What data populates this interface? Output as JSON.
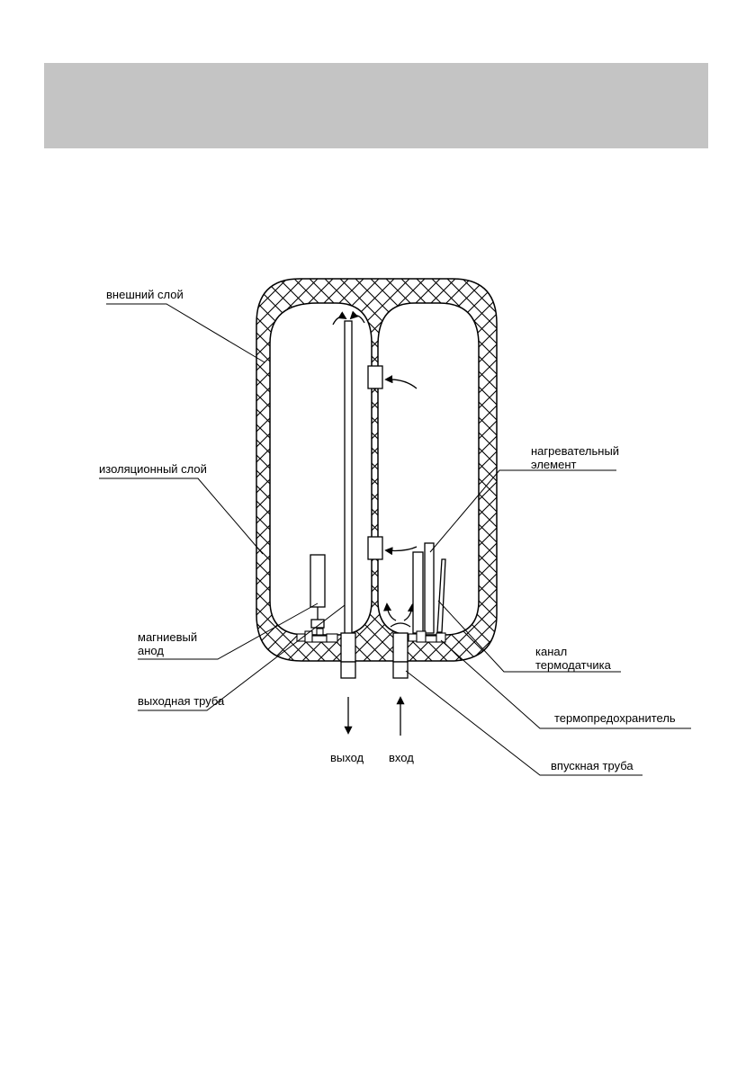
{
  "header": {
    "band_color": "#c4c4c4"
  },
  "diagram": {
    "labels": {
      "outer_layer": "внешний слой",
      "insulation_layer": "изоляционный слой",
      "heating_element_line1": "нагревательный",
      "heating_element_line2": "элемент",
      "magnesium_anode_line1": "магниевый",
      "magnesium_anode_line2": "анод",
      "sensor_channel_line1": "канал",
      "sensor_channel_line2": "термодатчика",
      "outlet_pipe": "выходная труба",
      "thermal_fuse": "термопредохранитель",
      "outlet": "выход",
      "inlet": "вход",
      "inlet_pipe": "впускная труба"
    }
  }
}
